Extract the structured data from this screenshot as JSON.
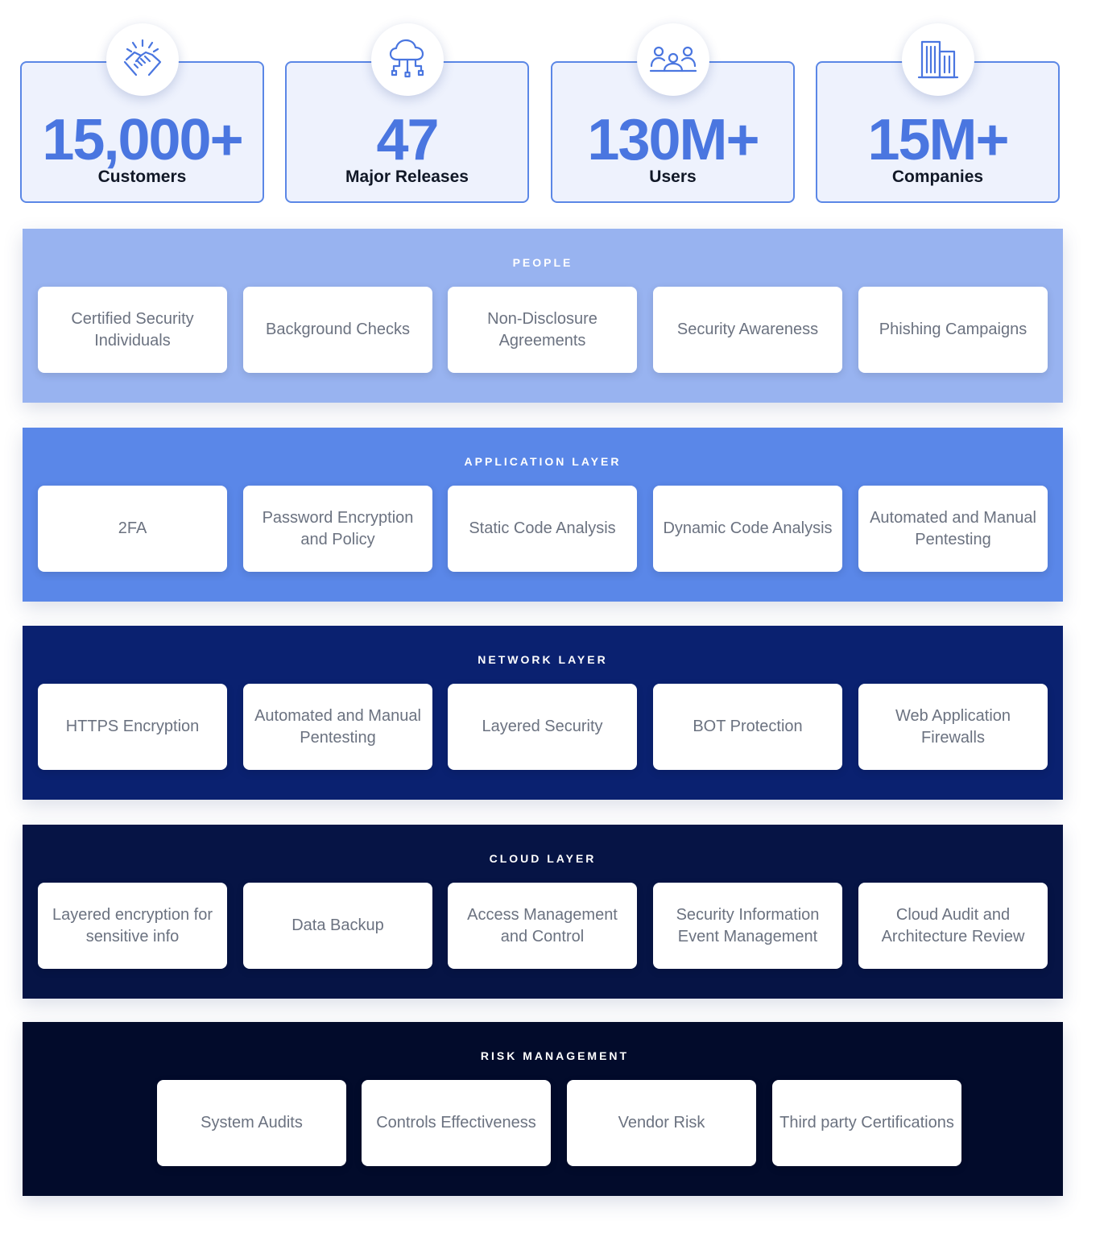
{
  "stats": [
    {
      "value": "15,000+",
      "label": "Customers",
      "icon": "handshake-icon"
    },
    {
      "value": "47",
      "label": "Major Releases",
      "icon": "cloud-network-icon"
    },
    {
      "value": "130M+",
      "label": "Users",
      "icon": "users-icon"
    },
    {
      "value": "15M+",
      "label": "Companies",
      "icon": "building-icon"
    }
  ],
  "layers": [
    {
      "title": "PEOPLE",
      "color": "#98b3f0",
      "items": [
        "Certified Security Individuals",
        "Background Checks",
        "Non-Disclosure Agreements",
        "Security Awareness",
        "Phishing Campaigns"
      ]
    },
    {
      "title": "APPLICATION LAYER",
      "color": "#5a87e8",
      "items": [
        "2FA",
        "Password Encryption and Policy",
        "Static Code Analysis",
        "Dynamic Code Analysis",
        "Automated and Manual Pentesting"
      ]
    },
    {
      "title": "NETWORK LAYER",
      "color": "#0a2170",
      "items": [
        "HTTPS Encryption",
        "Automated and Manual Pentesting",
        "Layered Security",
        "BOT Protection",
        "Web Application Firewalls"
      ]
    },
    {
      "title": "CLOUD LAYER",
      "color": "#061445",
      "items": [
        "Layered encryption for sensitive info",
        "Data Backup",
        "Access Management and Control",
        "Security Information Event Management",
        "Cloud Audit and Architecture Review"
      ]
    },
    {
      "title": "RISK MANAGEMENT",
      "color": "#020b2b",
      "items": [
        "System Audits",
        "Controls Effectiveness",
        "Vendor Risk",
        "Third party Certifications"
      ]
    }
  ]
}
